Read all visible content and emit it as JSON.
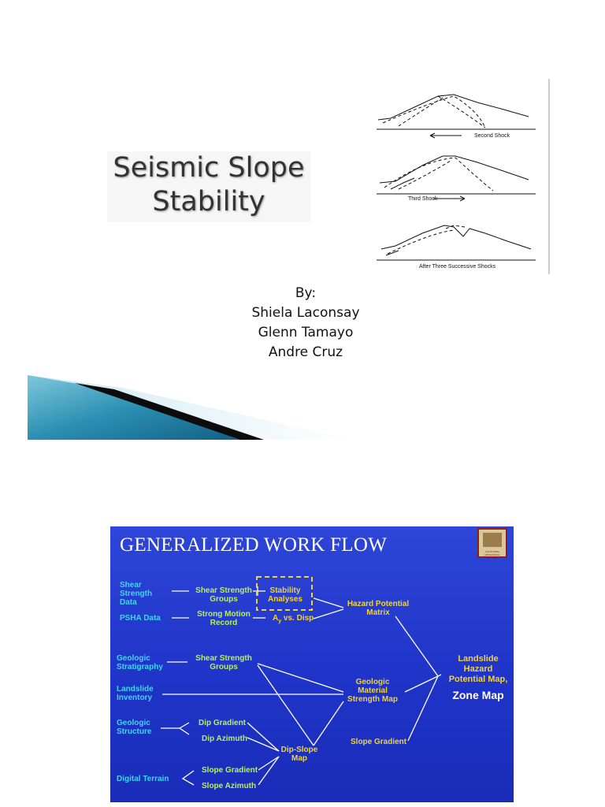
{
  "slide1": {
    "title_lines": [
      "Seismic Slope",
      "Stability"
    ],
    "authors": [
      "By:",
      "Shiela Laconsay",
      "Glenn Tamayo",
      "Andre Cruz"
    ],
    "figure": {
      "labels": [
        "Second Shock",
        "Third Shock",
        "After Three Successive Shocks"
      ]
    }
  },
  "slide2": {
    "title": "GENERALIZED WORK FLOW",
    "seal_text": "CALIFORNIA GEOLOGICAL SURVEY",
    "nodes": {
      "shear_strength_data": "Shear\nStrength\nData",
      "psha_data": "PSHA Data",
      "shear_strength_groups_1": "Shear Strength\nGroups",
      "strong_motion_record": "Strong Motion\nRecord",
      "stability_analyses": "Stability\nAnalyses",
      "ay_vs_disp_a": "A",
      "ay_vs_disp_sub": "y",
      "ay_vs_disp_rest": " vs. Disp",
      "hazard_potential_matrix": "Hazard Potential\nMatrix",
      "geologic_stratigraphy": "Geologic\nStratigraphy",
      "shear_strength_groups_2": "Shear Strength\nGroups",
      "landslide_inventory": "Landslide\nInventory",
      "geologic_material_strength_map": "Geologic\nMaterial\nStrength Map",
      "landslide_hazard_potential_map": "Landslide\nHazard\nPotential Map,",
      "zone_map": "Zone Map",
      "geologic_structure": "Geologic\nStructure",
      "dip_gradient": "Dip Gradient",
      "dip_azimuth": "Dip Azimuth",
      "dip_slope_map": "Dip-Slope\nMap",
      "slope_gradient_1": "Slope Gradient",
      "digital_terrain": "Digital Terrain",
      "slope_gradient_2": "Slope Gradient",
      "slope_azimuth": "Slope Azimuth"
    },
    "colors": {
      "input": "#3fd6f2",
      "output": "#f2d23a",
      "intermediate": "#b8f05a",
      "background": "#2338cc"
    }
  }
}
